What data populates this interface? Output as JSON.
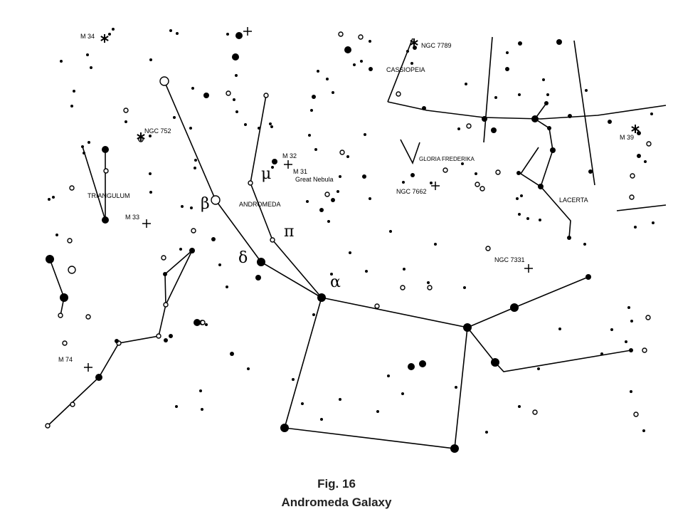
{
  "caption": {
    "figure_number": "Fig. 16",
    "figure_title": "Andromeda Galaxy"
  },
  "labels": {
    "m34": "M 34",
    "ngc7789": "NGC 7789",
    "cassiopeia": "CASSIOPEIA",
    "ngc752": "NGC 752",
    "m32": "M 32",
    "m31": "M 31",
    "great_nebula": "Great Nebula",
    "gloria_frederika": "GLORIA FREDERIKA",
    "triangulum": "TRIANGULUM",
    "andromeda": "ANDROMEDA",
    "ngc7662": "NGC 7662",
    "m39": "M 39",
    "lacerta": "LACERTA",
    "m33": "M 33",
    "ngc7331": "NGC 7331",
    "m74": "M 74"
  },
  "greek": {
    "beta": "β",
    "mu": "μ",
    "pi": "π",
    "delta": "δ",
    "alpha": "α"
  }
}
